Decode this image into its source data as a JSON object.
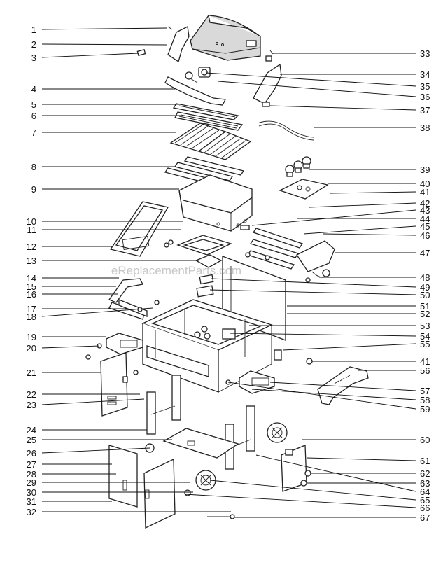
{
  "diagram": {
    "watermark": "eReplacementParts.com",
    "left_labels": [
      {
        "n": "1"
      },
      {
        "n": "2"
      },
      {
        "n": "3"
      },
      {
        "n": "4"
      },
      {
        "n": "5"
      },
      {
        "n": "6"
      },
      {
        "n": "7"
      },
      {
        "n": "8"
      },
      {
        "n": "9"
      },
      {
        "n": "10"
      },
      {
        "n": "11"
      },
      {
        "n": "12"
      },
      {
        "n": "13"
      },
      {
        "n": "14"
      },
      {
        "n": "15"
      },
      {
        "n": "16"
      },
      {
        "n": "17"
      },
      {
        "n": "18"
      },
      {
        "n": "19"
      },
      {
        "n": "20"
      },
      {
        "n": "21"
      },
      {
        "n": "22"
      },
      {
        "n": "23"
      },
      {
        "n": "24"
      },
      {
        "n": "25"
      },
      {
        "n": "26"
      },
      {
        "n": "27"
      },
      {
        "n": "28"
      },
      {
        "n": "29"
      },
      {
        "n": "30"
      },
      {
        "n": "31"
      },
      {
        "n": "32"
      }
    ],
    "right_labels": [
      {
        "n": "33"
      },
      {
        "n": "34"
      },
      {
        "n": "35"
      },
      {
        "n": "36"
      },
      {
        "n": "37"
      },
      {
        "n": "38"
      },
      {
        "n": "39"
      },
      {
        "n": "40"
      },
      {
        "n": "41"
      },
      {
        "n": "42"
      },
      {
        "n": "43"
      },
      {
        "n": "44"
      },
      {
        "n": "45"
      },
      {
        "n": "46"
      },
      {
        "n": "47"
      },
      {
        "n": "48"
      },
      {
        "n": "49"
      },
      {
        "n": "50"
      },
      {
        "n": "51"
      },
      {
        "n": "52"
      },
      {
        "n": "53"
      },
      {
        "n": "54"
      },
      {
        "n": "55"
      },
      {
        "n": "41"
      },
      {
        "n": "56"
      },
      {
        "n": "57"
      },
      {
        "n": "58"
      },
      {
        "n": "59"
      },
      {
        "n": "60"
      },
      {
        "n": "61"
      },
      {
        "n": "62"
      },
      {
        "n": "63"
      },
      {
        "n": "64"
      },
      {
        "n": "65"
      },
      {
        "n": "66"
      },
      {
        "n": "67"
      }
    ]
  }
}
